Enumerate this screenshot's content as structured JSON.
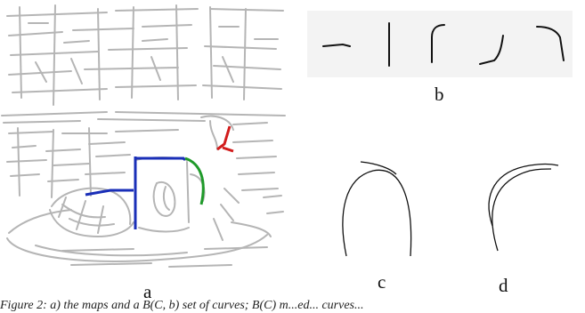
{
  "figure": {
    "labels": {
      "a": "a",
      "b": "b",
      "c": "c",
      "d": "d"
    },
    "caption_fragment": "Figure 2: a) the maps and a B(C, b) set of curves; B(C) m...ed... curves..."
  },
  "colors": {
    "sketch_stroke": "#b0b0b0",
    "highlight_blue": "#1a2fb8",
    "highlight_green": "#1f9a2a",
    "highlight_red": "#d21c1c",
    "curve_stroke": "#111111",
    "panel_b_background": "#f3f3f3"
  }
}
